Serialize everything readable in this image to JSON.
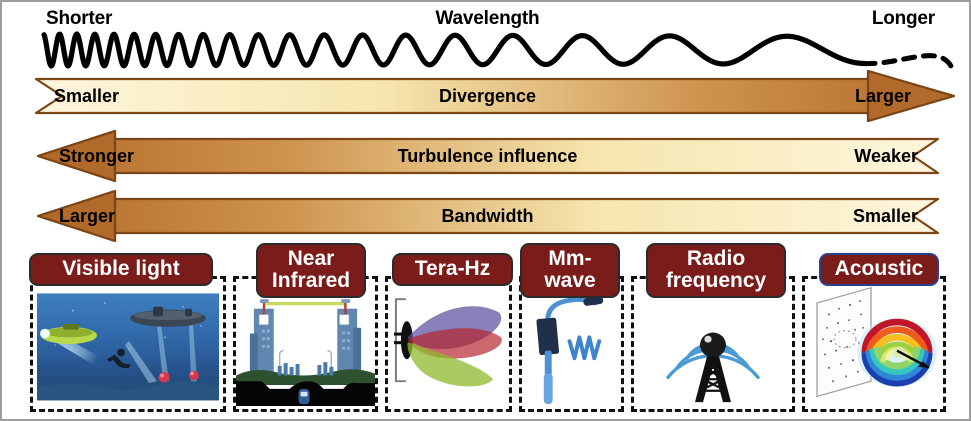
{
  "figure": {
    "wavelength_row": {
      "left_label": "Shorter",
      "center_label": "Wavelength",
      "right_label": "Longer",
      "wave_icon": "sine-wave-chirp-icon"
    },
    "bands": [
      {
        "id": "divergence",
        "left_label": "Smaller",
        "center_label": "Divergence",
        "right_label": "Larger",
        "direction": "right",
        "gradient_from": "#fdf6dd",
        "gradient_to": "#b26a2b",
        "head_color": "#b26a2b",
        "outline_color": "#7c4516"
      },
      {
        "id": "turbulence",
        "left_label": "Stronger",
        "center_label": "Turbulence influence",
        "right_label": "Weaker",
        "direction": "left",
        "gradient_from": "#b26a2b",
        "gradient_to": "#fdf6dd",
        "head_color": "#b26a2b",
        "outline_color": "#7c4516"
      },
      {
        "id": "bandwidth",
        "left_label": "Larger",
        "center_label": "Bandwidth",
        "right_label": "Smaller",
        "direction": "left",
        "gradient_from": "#b26a2b",
        "gradient_to": "#fdf6dd",
        "head_color": "#b26a2b",
        "outline_color": "#7c4516"
      }
    ],
    "cards": [
      {
        "id": "visible-light",
        "label": "Visible light",
        "art": "underwater-vehicles-photo",
        "badge_border": "#2b2b2b"
      },
      {
        "id": "near-infrared",
        "label": "Near\nInfrared",
        "art": "city-fso-link-illustration",
        "badge_border": "#2b2b2b"
      },
      {
        "id": "tera-hz",
        "label": "Tera-Hz",
        "art": "terahertz-beam-lobes",
        "badge_border": "#2b2b2b"
      },
      {
        "id": "mm-wave",
        "label": "Mm-\nwave",
        "art": "mmwave-lamp-antenna",
        "badge_border": "#2b2b2b"
      },
      {
        "id": "radio-frequency",
        "label": "Radio\nfrequency",
        "art": "radio-tower-broadcast",
        "badge_border": "#2b2b2b"
      },
      {
        "id": "acoustic",
        "label": "Acoustic",
        "art": "acoustic-beam-pattern-plot",
        "badge_border": "#2b3f91"
      }
    ],
    "colors": {
      "badge_fill": "#7a1d1a",
      "frame_border": "#9d9d9d",
      "card_border": "#101010"
    }
  }
}
